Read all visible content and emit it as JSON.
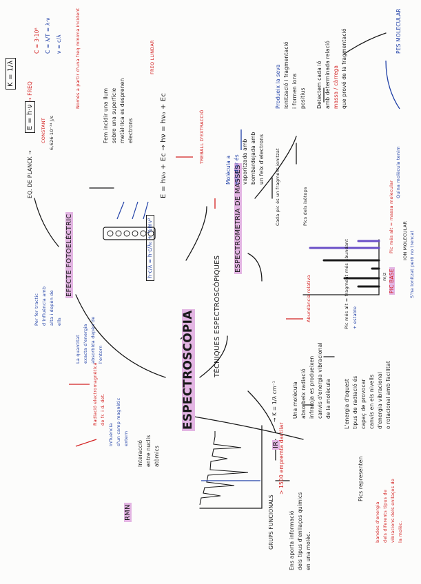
{
  "title": "ESPECTROSCÒPIA",
  "photo": {
    "title": "EFECTE FOTOELÈCTRIC",
    "k_formula": "K = 1/λ",
    "eq_planck": "EQ. DE PLANCK →",
    "planck": "E = h·ν",
    "freq": "→ FREQ",
    "const_label": "CONSTANT",
    "const_value": "6,626·10⁻³⁴ J/s",
    "c_eq": "C = 3·10⁸",
    "c_lambda": "C = λ/T = λ·ν",
    "nu_eq": "ν = c/λ",
    "emit_note": "Només a partir d'una freq mínima incident",
    "freq_llindar": "FREQ LLINDAR",
    "desc1": "Fem incidir una llum",
    "desc2": "sobre una superfície",
    "desc3": "metàl·lica es desprenen",
    "desc4": "electrons",
    "eq_main": "E = hν₀ + Ec → hν = hν₀ + Ec",
    "treball": "TREBALL D'EXTRACCIÓ",
    "energy_box": "h·c/λ = h·c/λ₀ + ½mv²"
  },
  "masses": {
    "title": "ESPECTROMETRIA DE MASSES",
    "desc1": "Molècula a",
    "desc2": "estudiar és",
    "desc3": "vaporitzada amb",
    "desc4": "bombardejada amb",
    "desc5": "un feix d'electrons",
    "ionize1": "Produeix la seva",
    "ionize2": "ionització i fragmentació",
    "ionize3": "i formen ions",
    "ionize4": "positius",
    "detect1": "Detectem cada ió",
    "detect2": "amb determinada relació",
    "detect3": "massa / càrrega",
    "detect4": "que prové de la fragmentació",
    "pes_molecular": "PES MOLECULAR",
    "pic_fragment": "Cada pic és un fragment ionitzat",
    "pics_sols": "Pics dels isòtops",
    "abundancia": "Abundància relativa",
    "mz": "m/z",
    "pic_base": "PIC BASE",
    "pic_mes_alt": "Pic més alt =",
    "pic_mes_abundant": "Pic més alt = fragment més abundant",
    "estable": "+ estable",
    "pic_molecular": "Pic més alt = massa molecular",
    "ion_molecular": "ION MOLECULAR",
    "quina_molecula": "Quina molècula tenim",
    "sha_ionitzat": "S'ha ionitzat però no trencat"
  },
  "tecniques": {
    "title": "TÈCNIQUES ESPECTROSCÒPIQUES",
    "ir": "IR",
    "ir_formula": "→ K = 1/λ cm⁻¹",
    "ir_desc1": "Una molècula",
    "ir_desc2": "absorbeix radiació",
    "ir_desc3": "infraroja es produeixen",
    "ir_desc4": "canvis d'energia vibracional",
    "ir_desc5": "de la molècula",
    "ir_energy1": "L'energia d'aquest",
    "ir_energy2": "tipus de radiació és",
    "ir_energy3": "capaç de provocar",
    "ir_energy4": "canvis en els nivells",
    "ir_energy5": "d'energia vibracional",
    "ir_energy6": "o rotacional amb facilitat",
    "zona": "> 1500 empremta dactilar",
    "grups": "GRUPS FUNCIONALS",
    "info1": "Ens aporta informació",
    "info2": "dels tipus d'enllaços químics",
    "info3": "en una molèc.",
    "pics_repres": "Pics representen",
    "bandes1": "bandes d'energia",
    "bandes2": "dels diferents tipus de",
    "bandes3": "vibracions dels enllaços de",
    "bandes4": "la molèc."
  },
  "rmn": {
    "title": "RMN",
    "interaccio1": "Interacció",
    "interaccio2": "entre nuclis",
    "interaccio3": "atòmics",
    "radiacio1": "Radiació electromagnètica",
    "radiacio2": "de fr. i d. det.",
    "camp1": "influència",
    "camp2": "d'un camp magnètic",
    "camp3": "extern",
    "quantitat1": "La quantitat",
    "quantitat2": "exacta d'energia",
    "quantitat3": "absorbida depèn de",
    "quantitat4": "l'entorn",
    "ferfractiu1": "Per fer tractic",
    "ferfractiu2": "d'influència amb",
    "ferfractiu3": "alta i depèn de",
    "ferfractiu4": "ells"
  },
  "colors": {
    "black": "#1a1a1a",
    "red": "#d32020",
    "blue": "#1f3fa6",
    "highlight": "#e3b5e3"
  }
}
